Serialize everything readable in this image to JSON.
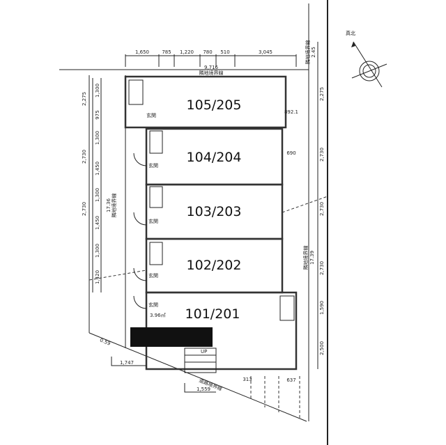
{
  "units": [
    "105/205",
    "104/204",
    "103/203",
    "102/202",
    "101/201"
  ],
  "top_dims": [
    "1,650",
    "785",
    "1,220",
    "780",
    "510",
    "3,045"
  ],
  "top_total": "9,716",
  "left_outer_dims": [
    "2,275",
    "2,730",
    "2,730"
  ],
  "left_inner_dims": [
    "1,300",
    "975",
    "1,300",
    "1,450",
    "1,300",
    "1,450",
    "1,300",
    "1,420"
  ],
  "left_boundary_length": "17.36",
  "right_dims": [
    "2,275",
    "2,730",
    "2,730",
    "2,730",
    "1,590",
    "2,500"
  ],
  "right_boundary_length": "17.39",
  "right_top_length": "2.45",
  "misc_dims": {
    "d892": "892.1",
    "d690": "690",
    "d637": "637",
    "d1747": "1,747",
    "d1559": "1,559",
    "d059": "0.59",
    "d313": "313"
  },
  "labels": {
    "true_north": "真北",
    "adjacent_boundary": "隣地境界線",
    "road_boundary": "道路境界線",
    "entrance": "玄関",
    "area": "3.96㎡",
    "up": "UP"
  }
}
